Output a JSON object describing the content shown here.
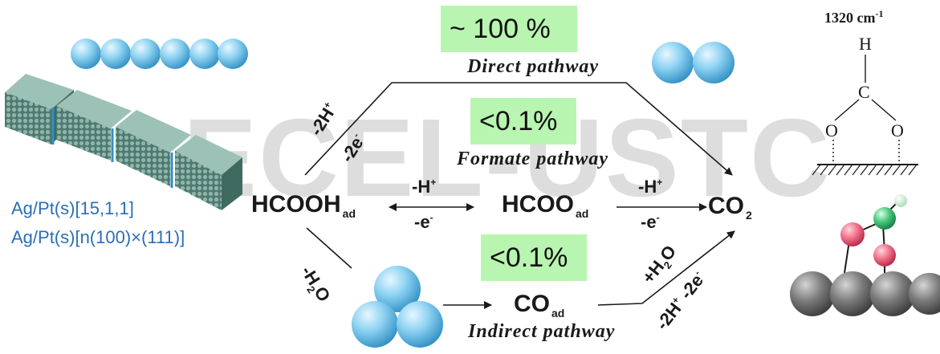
{
  "watermark": "ECEL-USTC",
  "surfaces": [
    "Ag/Pt(s)[15,1,1]",
    "Ag/Pt(s)[n(100)×(111)]"
  ],
  "direct": {
    "percent": "~ 100 %",
    "label": "Direct pathway",
    "above": "-2H",
    "above_sup": "+",
    "below": "-2e",
    "below_sup": "-"
  },
  "formate": {
    "percent": "<0.1%",
    "label": "Formate pathway",
    "step1_top": "-H",
    "step1_top_sup": "+",
    "step1_bottom": "-e",
    "step1_bottom_sup": "-",
    "step2_top": "-H",
    "step2_top_sup": "+",
    "step2_bottom": "-e",
    "step2_bottom_sup": "-"
  },
  "indirect": {
    "percent": "<0.1%",
    "label": "Indirect pathway",
    "dehydration": "-H",
    "dehydration_sub": "2",
    "dehydration_tail": "O",
    "ox_top": "+H",
    "ox_top_sub": "2",
    "ox_top_tail": "O",
    "ox_bottom_a": "-2H",
    "ox_bottom_a_sup": "+",
    "ox_bottom_b": " -2e",
    "ox_bottom_b_sup": "-"
  },
  "species": {
    "hcooh": "HCOOH",
    "hcooh_sub": "ad",
    "hcoo": "HCOO",
    "hcoo_sub": "ad",
    "co": "CO",
    "co_sub": "ad",
    "co2": "CO",
    "co2_sub": "2"
  },
  "formate_structure": {
    "wavenumber": "1320 cm",
    "wavenumber_sup": "-1",
    "h": "H",
    "c": "C",
    "o_left": "O",
    "o_right": "O"
  },
  "colors": {
    "highlight": "#b8f5b0",
    "surface_text": "#2a6fb5",
    "atom_blue": "#7ec8ec",
    "atom_grey": "#6e6e6e"
  }
}
